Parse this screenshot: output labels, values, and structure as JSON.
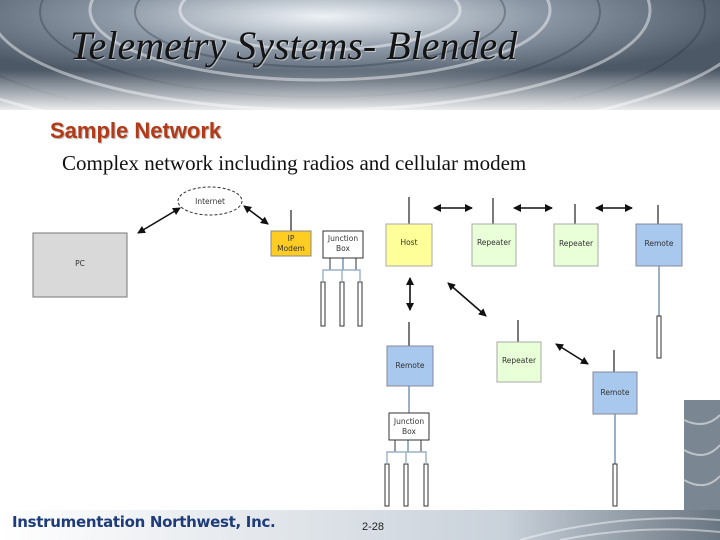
{
  "slide": {
    "title": "Telemetry Systems- Blended",
    "subtitle": "Sample Network",
    "description": "Complex network including radios and cellular modem",
    "footer_logo": "Instrumentation Northwest, Inc.",
    "page_number": "2-28"
  },
  "diagram": {
    "internet": "Internet",
    "pc": "PC",
    "modem_line1": "IP",
    "modem_line2": "Modem",
    "junction_top_line1": "Junction",
    "junction_top_line2": "Box",
    "host": "Host",
    "repeater_1": "Repeater",
    "repeater_2": "Repeater",
    "remote_right": "Remote",
    "remote_left": "Remote",
    "repeater_mid": "Repeater",
    "remote_mid": "Remote",
    "junction_bottom_line1": "Junction",
    "junction_bottom_line2": "Box"
  },
  "colors": {
    "modem_fill": "#ffcc22",
    "host_fill": "#ffff99",
    "repeater_fill": "#e8ffd8",
    "remote_fill": "#a8c8ee",
    "pc_fill": "#d9d9d9",
    "subtitle_color": "#b33a17"
  }
}
